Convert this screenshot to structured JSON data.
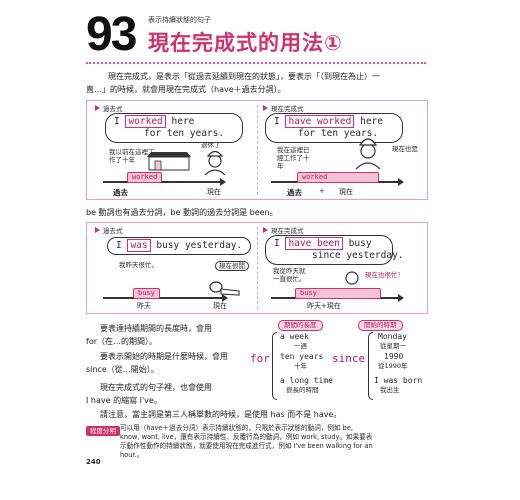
{
  "header": {
    "number": "93",
    "subtitle": "表示持續狀態的句子",
    "title": "現在完成式的用法①"
  },
  "intro": {
    "line1": "現在完成式，是表示「從過去延續到現在的狀態」，要表示「（到現在為止）一",
    "line2": "直…」的時候，就會用現在完成式（have＋過去分詞）。"
  },
  "panel1": {
    "left_tag": "過去式",
    "left_pre": "I ",
    "left_hl": "worked",
    "left_post": " here",
    "left_line2": "for ten years.",
    "left_note": "我以前在這裡工\n作了十年",
    "left_bar": "worked",
    "left_retire": "退休了",
    "left_past": "過去",
    "left_now": "現在",
    "right_tag": "現在完成式",
    "right_pre": "I ",
    "right_hl": "have worked",
    "right_post": " here",
    "right_line2": "for ten years.",
    "right_note": "我在這裡已\n經工作了十\n年",
    "right_side": "現在也是",
    "right_bar": "worked",
    "right_past": "過去",
    "right_plus": "+",
    "right_now": "現在"
  },
  "mid_text": "be 動詞也有過去分詞，be 動詞的過去分詞是 been。",
  "panel2": {
    "left_tag": "過去式",
    "left_pre": "I ",
    "left_hl": "was",
    "left_post": " busy yesterday.",
    "left_note": "我昨天很忙。",
    "left_side": "現在很閒",
    "left_bar": "busy",
    "left_day": "昨天",
    "left_now": "現在",
    "right_tag": "現在完成式",
    "right_pre": "I ",
    "right_hl": "have been",
    "right_post": " busy",
    "right_line2": "since yesterday.",
    "right_note": "我從昨天就\n一直很忙。",
    "right_side": "現在也很忙！",
    "right_bar": "busy",
    "right_day": "昨天+現在"
  },
  "body": {
    "p1a": "要表達持續期間的長度時，會用",
    "p1b": "for（在…的期間）。",
    "p2a": "要表示開始的時期是什麼時候，會用",
    "p2b": "since（從…開始）。",
    "p3a": "現在完成式的句子裡，也會使用",
    "p3b": "I have 的縮寫 I've。",
    "p4": "請注意，當主詞是第三人稱單數的時候，是使用 has 而不是 have。"
  },
  "table": {
    "h_left": "期間的長度",
    "h_right": "開始的時期",
    "for": "for",
    "since": "since",
    "l1": "a week",
    "l1c": "一週",
    "l2": "ten years",
    "l2c": "十年",
    "l3": "a long time",
    "l3c": "很長的時間",
    "r1": "Monday",
    "r1c": "從星期一",
    "r2": "1990",
    "r2c": "從1990年",
    "r3": "I was born",
    "r3c": "我出生"
  },
  "advanced": {
    "badge": "程度分明",
    "line1": "可以用（have＋過去分詞）表示持續狀態的，只限於表示狀態的動詞，例如 be,",
    "line2": "know, want, live，還有表示持續性、反覆行為的動詞，例如 work, study。如果要表",
    "line3": "示動作性動作的持續狀態，就要使用現在完成進行式，例如 I've been walking for an",
    "line4": "hour.。"
  },
  "page_number": "240",
  "colors": {
    "accent": "#d0306b",
    "light_pink": "#f5c2d6"
  }
}
